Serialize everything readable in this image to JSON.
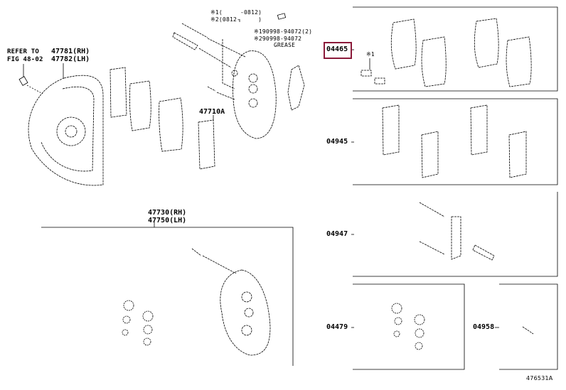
{
  "colors": {
    "highlight": "#8b1a3a",
    "line": "#000000"
  },
  "left": {
    "refer_line1": "REFER TO",
    "refer_line2": "FIG 48-02",
    "shield_rh": "47781(RH)",
    "shield_lh": "47782(LH)",
    "anti_squeal": "47710A",
    "note1": "※1(     -0812)",
    "note2": "※2(0812-     )",
    "grease1": "※190998-94072(2)",
    "grease2": "※290998-94072",
    "grease_label": "GREASE",
    "caliper_rh": "47730(RH)",
    "caliper_lh": "47750(LH)"
  },
  "right": {
    "kits": [
      {
        "part": "04465",
        "note": "※1",
        "highlighted": true
      },
      {
        "part": "04945"
      },
      {
        "part": "04947"
      },
      {
        "part": "04479"
      },
      {
        "part": "04958"
      }
    ]
  },
  "figure_id": "476531A"
}
